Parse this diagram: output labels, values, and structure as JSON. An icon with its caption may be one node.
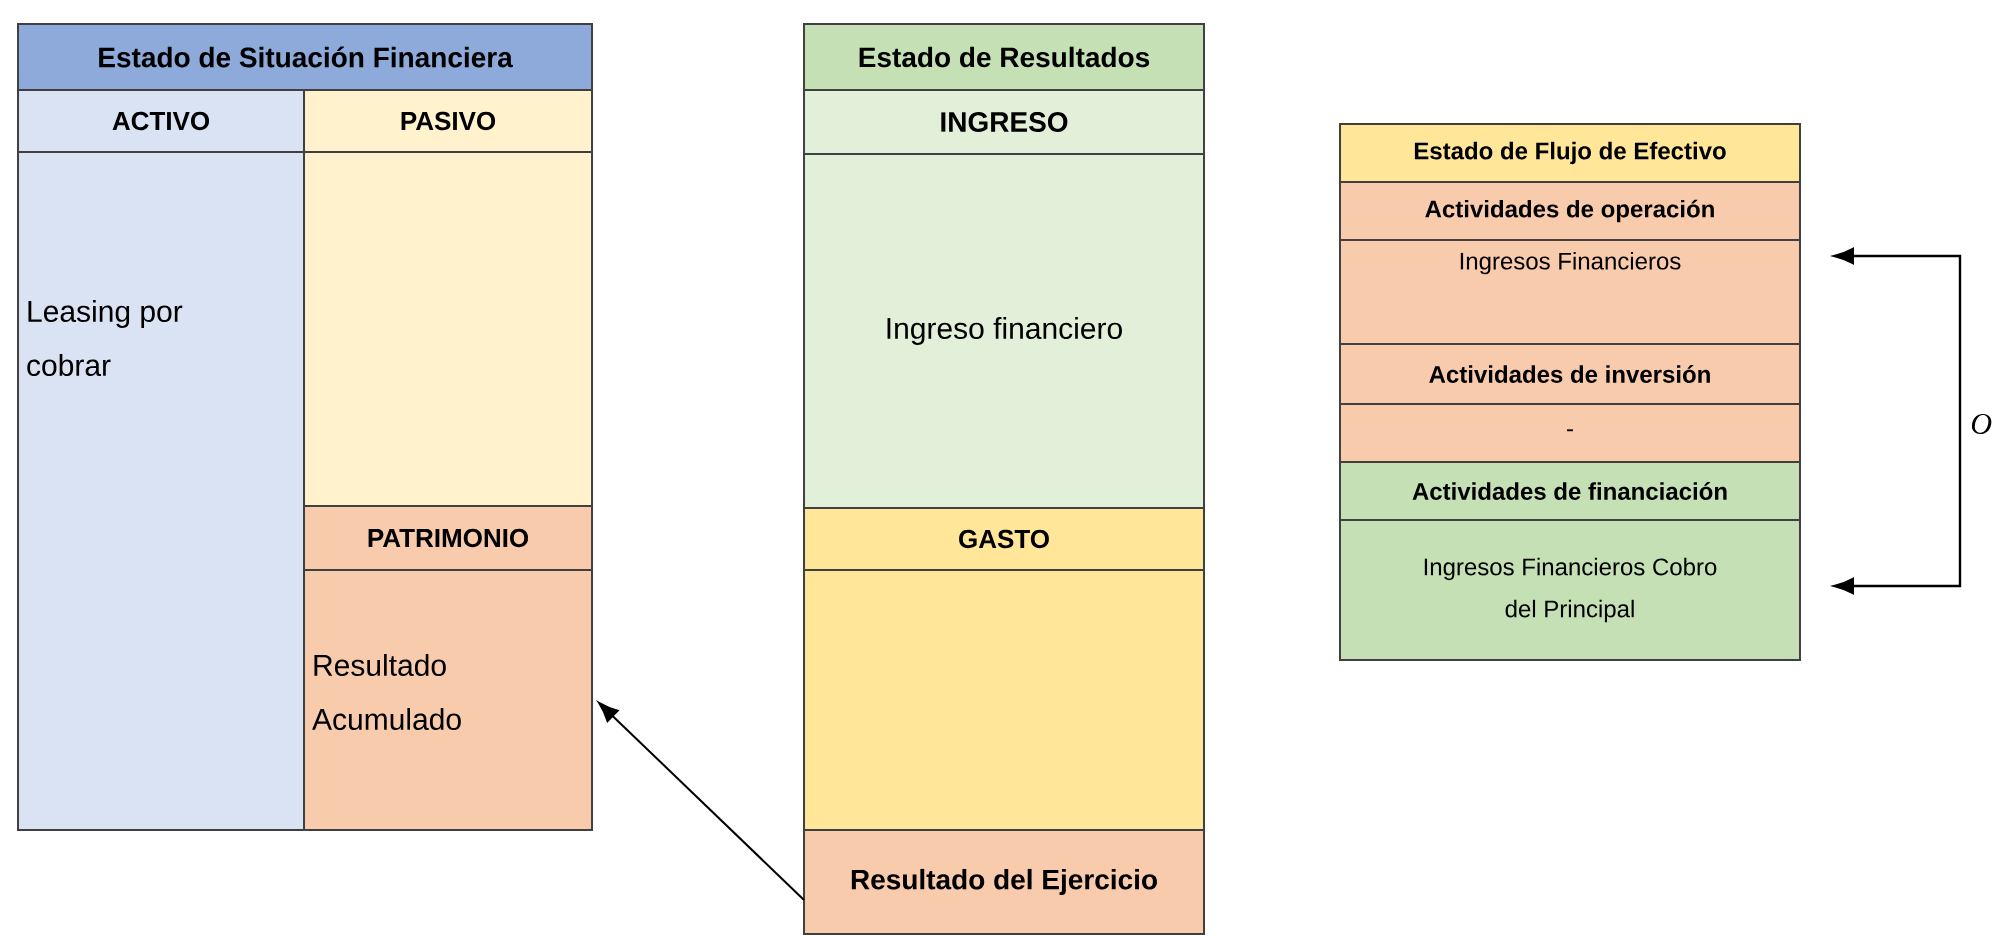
{
  "diagram": {
    "nodes": [
      {
        "text": [
          "Estado de Situación Financiera"
        ]
      },
      {
        "text": [
          "ACTIVO"
        ]
      },
      {
        "text": [
          "PASIVO"
        ]
      },
      {
        "text": [
          "Leasing por cobrar"
        ]
      },
      {
        "text": [],
        "shape": "box"
      },
      {
        "text": [
          "PATRIMONIO"
        ]
      },
      {
        "text": [
          "Resultado Acumulado"
        ]
      },
      {
        "text": [
          "Estado de Resultados"
        ]
      },
      {
        "text": [
          "INGRESO"
        ]
      },
      {
        "text": [
          "Ingreso financiero"
        ]
      },
      {
        "text": [
          "GASTO"
        ]
      },
      {
        "text": [],
        "shape": "box"
      },
      {
        "text": [
          "Resultado del Ejercicio"
        ]
      },
      {
        "text": [
          "Estado de Flujo de Efectivo"
        ]
      },
      {
        "text": [
          "Actividades de operación"
        ]
      },
      {
        "text": [
          "Ingresos Financieros"
        ]
      },
      {
        "text": [
          "Actividades de inversión"
        ]
      },
      {
        "text": [
          "-"
        ]
      },
      {
        "text": [
          "Actividades de financiación"
        ]
      },
      {
        "text": [
          "Ingresos Financieros Cobro del Principal"
        ]
      }
    ],
    "edges": [
      {
        "from": 12,
        "to": 6,
        "arrow": "to"
      },
      {
        "from": 15,
        "to": 19,
        "arrow": "both",
        "label": "O"
      }
    ]
  }
}
